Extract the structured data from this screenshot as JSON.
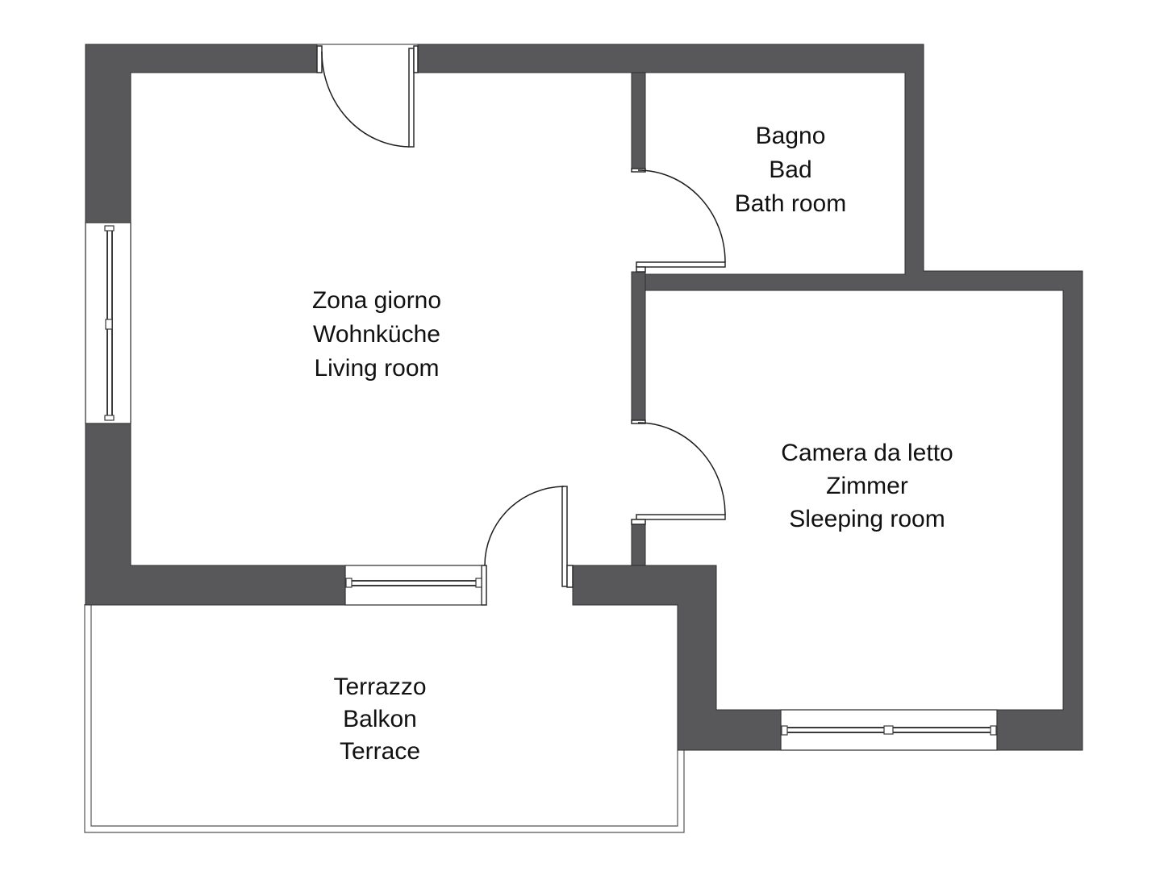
{
  "rooms": {
    "living": {
      "it": "Zona giorno",
      "de": "Wohnküche",
      "en": "Living room"
    },
    "bath": {
      "it": "Bagno",
      "de": "Bad",
      "en": "Bath room"
    },
    "bedroom": {
      "it": "Camera da letto",
      "de": "Zimmer",
      "en": "Sleeping room"
    },
    "terrace": {
      "it": "Terrazzo",
      "de": "Balkon",
      "en": "Terrace"
    }
  },
  "colors": {
    "wall": "#58585a",
    "background": "#ffffff"
  }
}
